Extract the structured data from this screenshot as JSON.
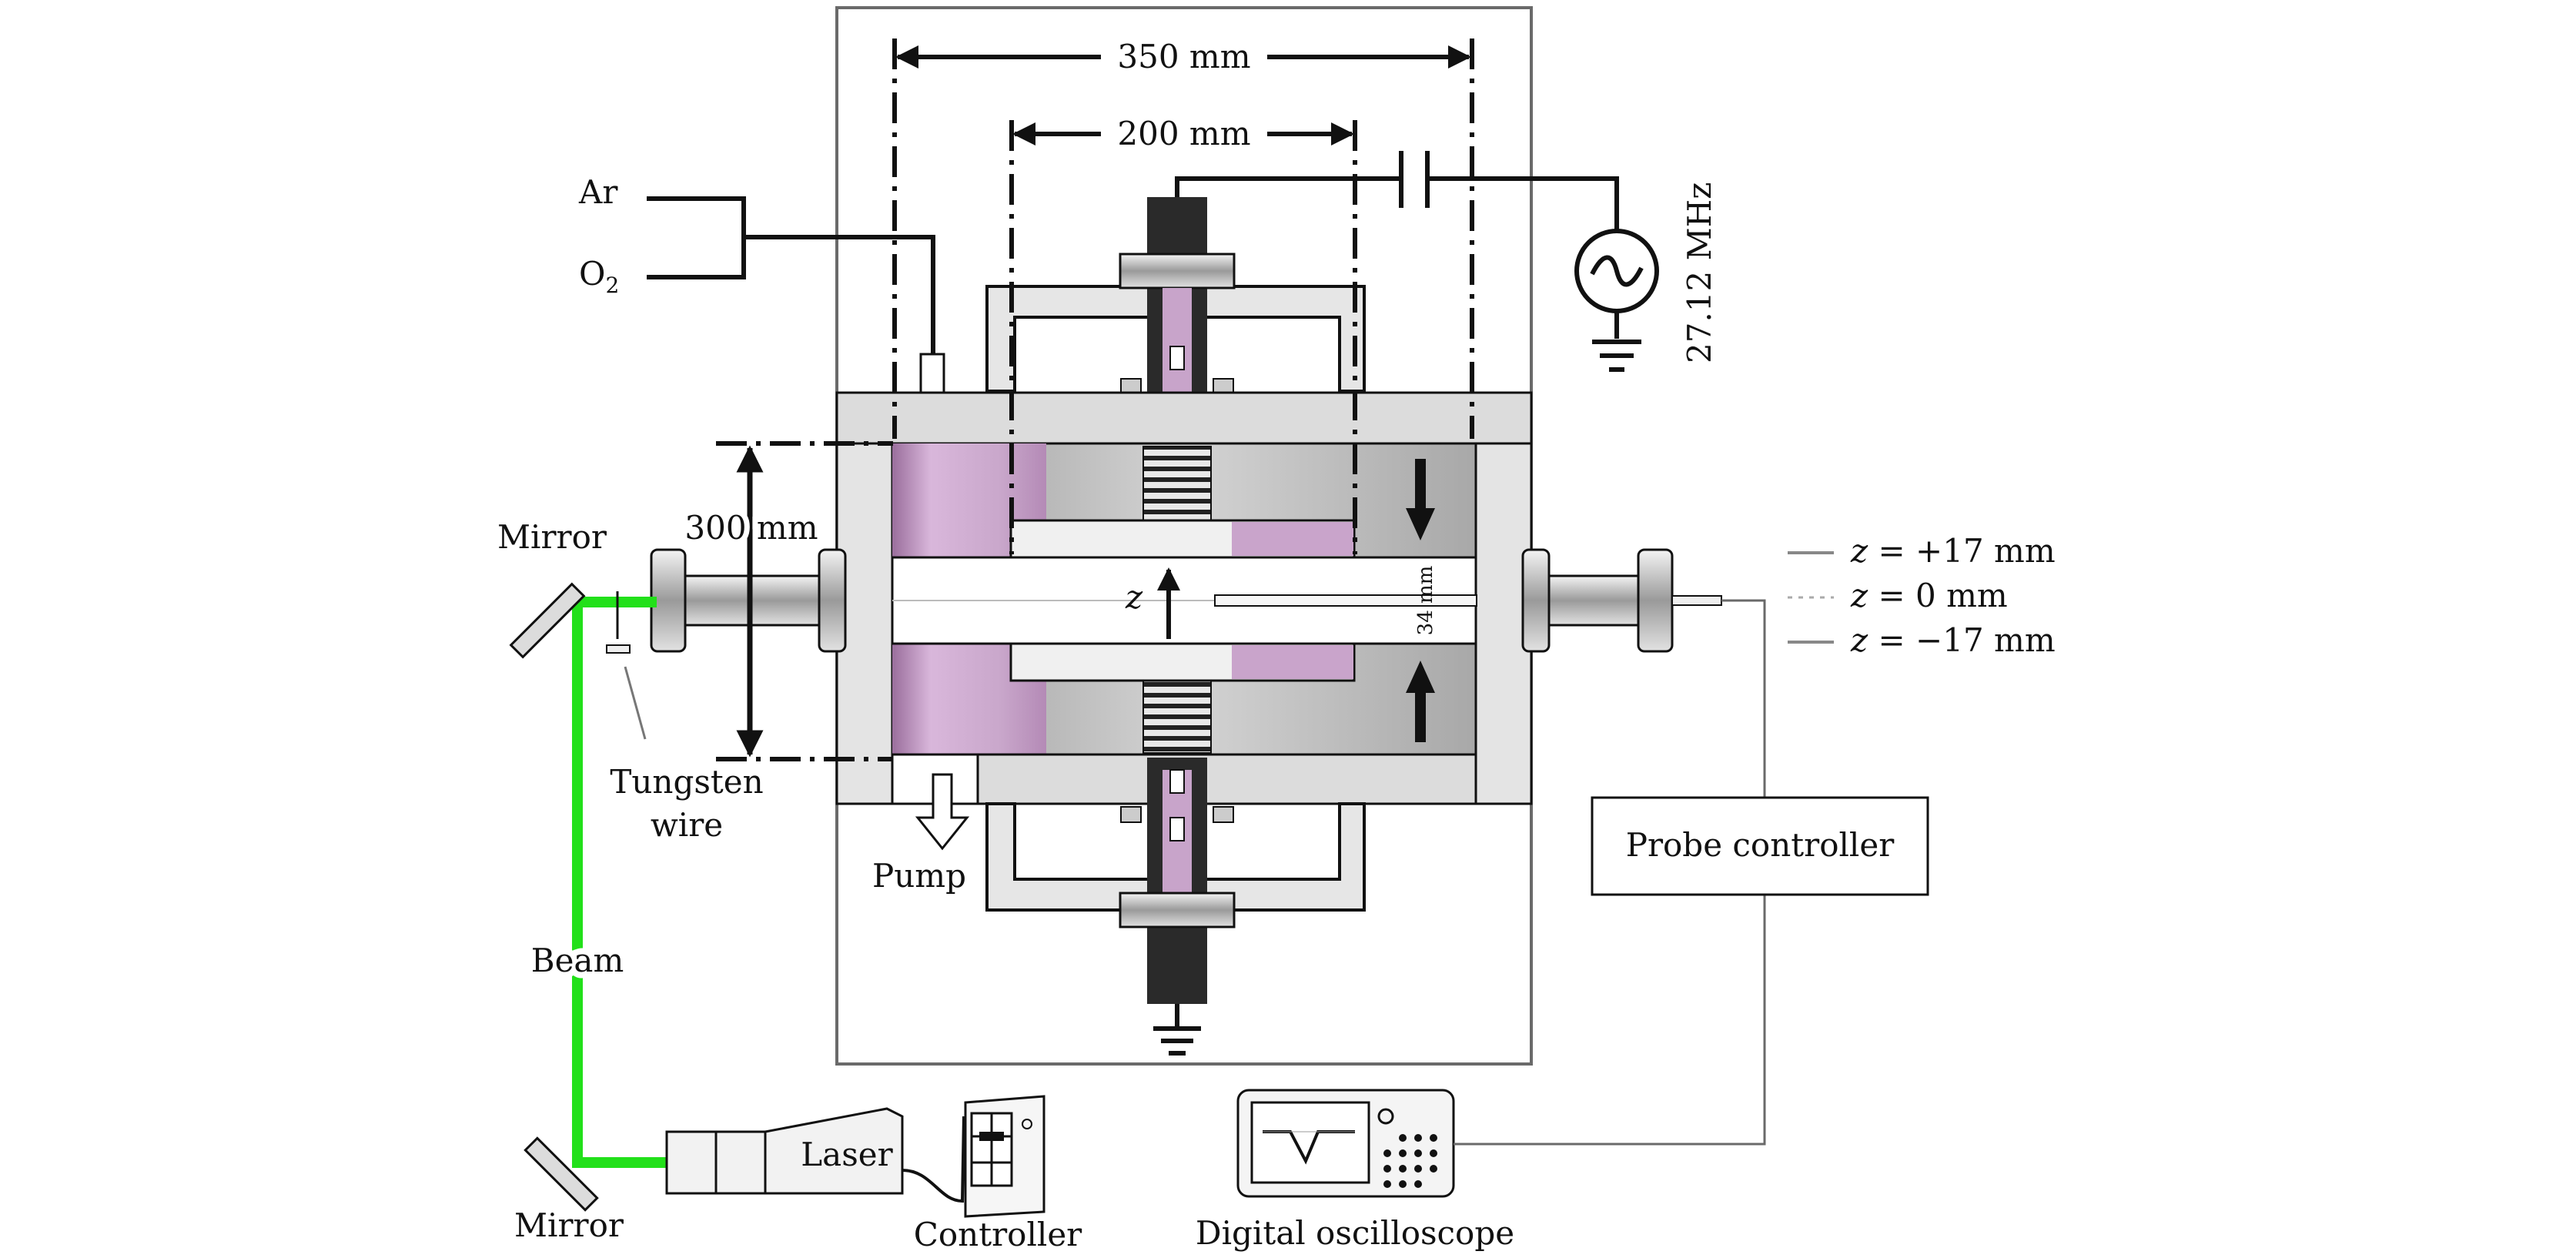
{
  "colors": {
    "beam": "#22e01a",
    "chamber_purple": "#c7a0c8",
    "chamber_gray": "#b9b9b9",
    "electrode_dark": "#2a2a2a",
    "outline": "#111111",
    "frame": "#6a6a6a"
  },
  "dimensions": {
    "width_350": "350 mm",
    "width_200": "200 mm",
    "height_300": "300 mm",
    "gap_34": "34 mm"
  },
  "gas": {
    "ar": "Ar",
    "o2_base": "O",
    "o2_sub": "2"
  },
  "rf": {
    "frequency": "27.12 MHz",
    "source_icon": "ac-source-icon",
    "ground_icon": "ground-icon"
  },
  "axis": {
    "z_label": "z"
  },
  "probe_positions": [
    {
      "z_var": "z",
      "text": " = +17 mm",
      "line_style": "solid"
    },
    {
      "z_var": "z",
      "text": " = 0 mm",
      "line_style": "dotted"
    },
    {
      "z_var": "z",
      "text": " = −17 mm",
      "line_style": "solid"
    }
  ],
  "labels": {
    "mirror_top": "Mirror",
    "mirror_bottom": "Mirror",
    "tungsten_line1": "Tungsten",
    "tungsten_line2": "wire",
    "beam": "Beam",
    "laser": "Laser",
    "controller": "Controller",
    "pump": "Pump",
    "probe_controller": "Probe controller",
    "oscilloscope": "Digital oscilloscope"
  }
}
